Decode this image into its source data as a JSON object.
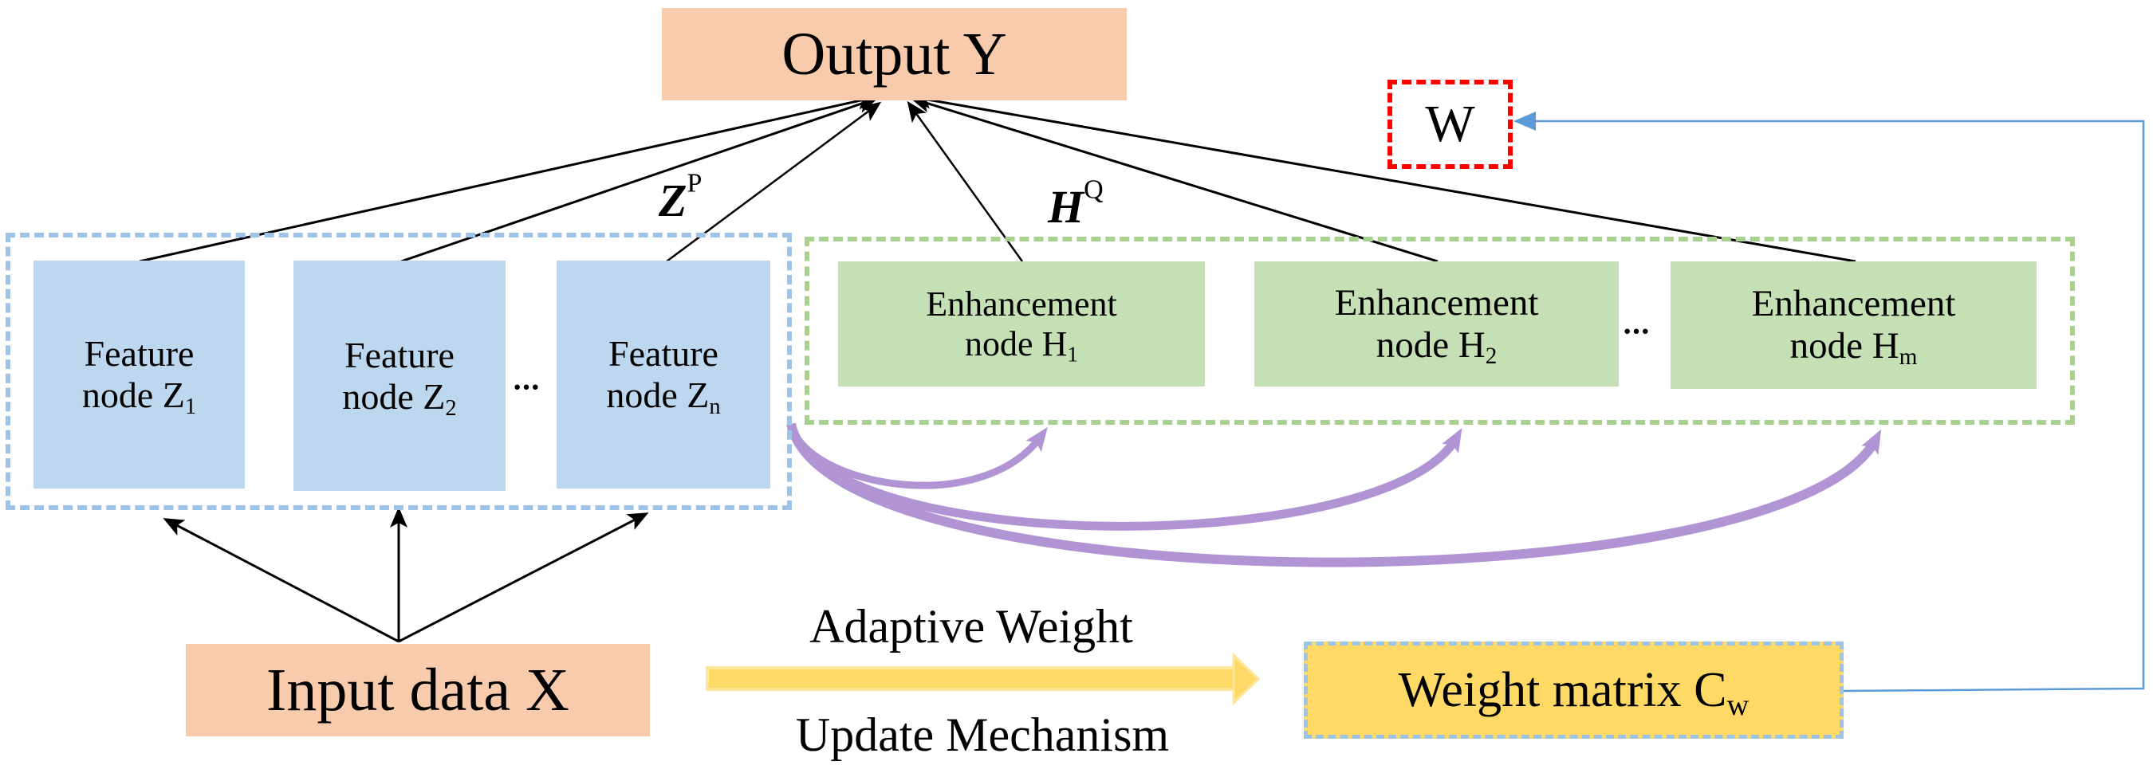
{
  "diagram": {
    "output": {
      "label": "Output Y"
    },
    "weight_w": {
      "label": "W"
    },
    "feature_group": {
      "label_main": "Z",
      "label_sup": "P",
      "ellipsis": "···",
      "nodes": [
        {
          "line1": "Feature",
          "line2": "node Z",
          "sub": "1"
        },
        {
          "line1": "Feature",
          "line2": "node Z",
          "sub": "2"
        },
        {
          "line1": "Feature",
          "line2": "node Z",
          "sub": "n"
        }
      ]
    },
    "enhancement_group": {
      "label_main": "H",
      "label_sup": "Q",
      "ellipsis": "···",
      "nodes": [
        {
          "line1": "Enhancement",
          "line2": "node H",
          "sub": "1"
        },
        {
          "line1": "Enhancement",
          "line2": "node H",
          "sub": "2"
        },
        {
          "line1": "Enhancement",
          "line2": "node H",
          "sub": "m"
        }
      ]
    },
    "input": {
      "label": "Input data X"
    },
    "mechanism": {
      "line1": "Adaptive Weight",
      "line2": "Update Mechanism"
    },
    "weight_matrix": {
      "label": "Weight matrix C",
      "sub": "w"
    },
    "colors": {
      "peach": "#f8cbad",
      "feature_blue": "#bdd7ee",
      "enhancement_green": "#c5e0b4",
      "mechanism_yellow": "#ffd966",
      "container_blue_dash": "#9dc3e6",
      "container_green_dash": "#a9d18e",
      "w_red_dash": "#ff0000",
      "feedback_blue": "#5b9bd5",
      "arc_purple": "#b194d4",
      "edge_black": "#000000"
    }
  }
}
